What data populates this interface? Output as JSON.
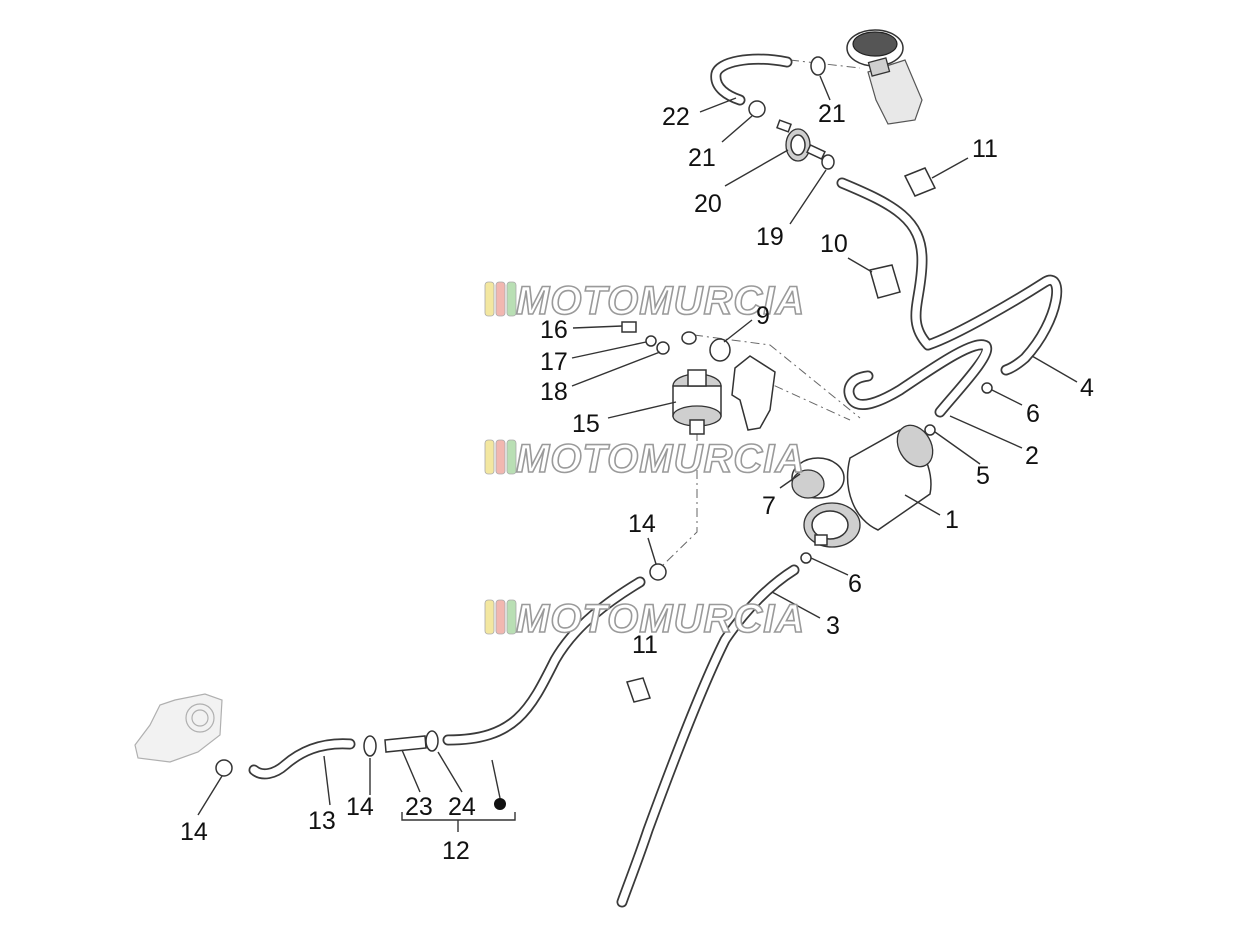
{
  "watermark": {
    "text": "MOTOMURCIA"
  },
  "callouts": {
    "c1": "1",
    "c2": "2",
    "c3": "3",
    "c4": "4",
    "c5": "5",
    "c6a": "6",
    "c6b": "6",
    "c7": "7",
    "c9": "9",
    "c10": "10",
    "c11a": "11",
    "c11b": "11",
    "c12": "12",
    "c13": "13",
    "c14a": "14",
    "c14b": "14",
    "c14c": "14",
    "c15": "15",
    "c16": "16",
    "c17": "17",
    "c18": "18",
    "c19": "19",
    "c20": "20",
    "c21a": "21",
    "c21b": "21",
    "c22": "22",
    "c23": "23",
    "c24": "24"
  },
  "icons": {
    "watermark_stripes": "flag-stripes-icon"
  },
  "colors": {
    "stripe_yellow": "#f3e7a0",
    "stripe_red": "#f2b7b0",
    "stripe_green": "#b9dfb4"
  }
}
